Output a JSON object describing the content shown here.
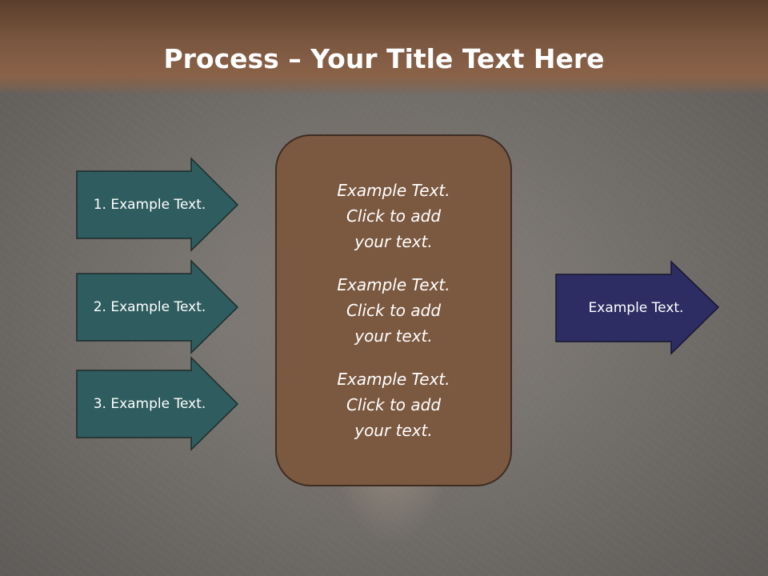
{
  "slide": {
    "title_bold": "Process",
    "title_rest": " – Your Title Text Here"
  },
  "left_arrows": [
    {
      "label": "1. Example Text."
    },
    {
      "label": "2. Example Text."
    },
    {
      "label": "3. Example Text."
    }
  ],
  "center_box": {
    "blocks": [
      {
        "text": "Example Text.\nClick  to add\nyour text."
      },
      {
        "text": "Example Text.\nClick  to add\nyour text."
      },
      {
        "text": "Example Text.\nClick  to add\nyour text."
      }
    ]
  },
  "right_arrow": {
    "label": "Example Text."
  },
  "colors": {
    "title_band": "#7b5740",
    "left_arrow_fill": "#2f5d5f",
    "right_arrow_fill": "#2e2d63",
    "center_box_fill": "#7b5840"
  }
}
